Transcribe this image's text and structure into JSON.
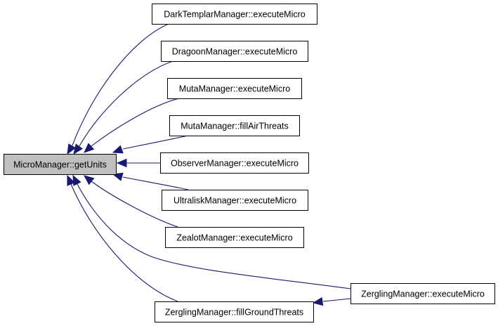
{
  "diagram": {
    "type": "doxygen-caller-graph",
    "colors": {
      "edge": "#191970",
      "root_fill": "#bfbfbf",
      "node_fill": "#ffffff",
      "node_border": "#000000"
    },
    "root": {
      "id": "root",
      "label": "MicroManager::getUnits"
    },
    "nodes": [
      {
        "id": "n1",
        "label": "DarkTemplarManager::executeMicro"
      },
      {
        "id": "n2",
        "label": "DragoonManager::executeMicro"
      },
      {
        "id": "n3",
        "label": "MutaManager::executeMicro"
      },
      {
        "id": "n4",
        "label": "MutaManager::fillAirThreats"
      },
      {
        "id": "n5",
        "label": "ObserverManager::executeMicro"
      },
      {
        "id": "n6",
        "label": "UltraliskManager::executeMicro"
      },
      {
        "id": "n7",
        "label": "ZealotManager::executeMicro"
      },
      {
        "id": "n8",
        "label": "ZerglingManager::executeMicro"
      },
      {
        "id": "n9",
        "label": "ZerglingManager::fillGroundThreats"
      }
    ],
    "edges": [
      {
        "from": "n1",
        "to": "root"
      },
      {
        "from": "n2",
        "to": "root"
      },
      {
        "from": "n3",
        "to": "root"
      },
      {
        "from": "n4",
        "to": "root"
      },
      {
        "from": "n5",
        "to": "root"
      },
      {
        "from": "n6",
        "to": "root"
      },
      {
        "from": "n7",
        "to": "root"
      },
      {
        "from": "n8",
        "to": "root"
      },
      {
        "from": "n9",
        "to": "root"
      },
      {
        "from": "n8",
        "to": "n9"
      }
    ]
  }
}
